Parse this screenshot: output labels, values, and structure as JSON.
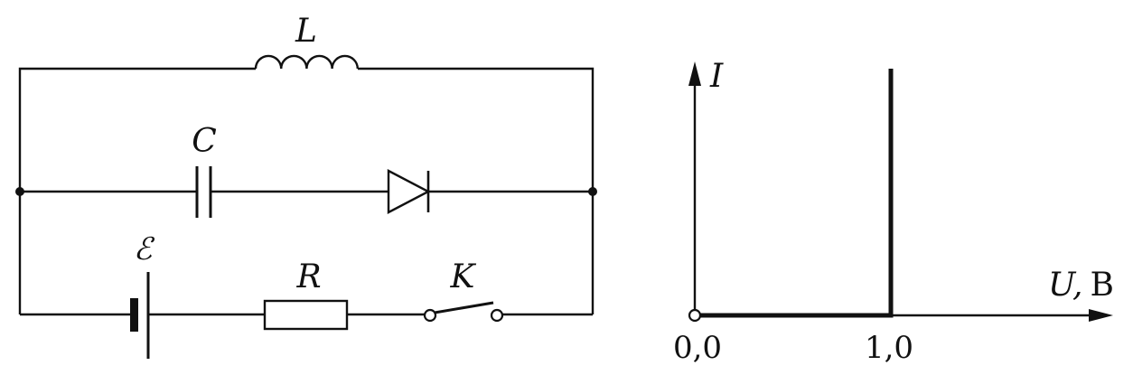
{
  "circuit": {
    "inductor_label": "L",
    "capacitor_label": "C",
    "emf_label": "ℰ",
    "resistor_label": "R",
    "switch_label": "K"
  },
  "graph": {
    "y_axis_label": "I",
    "x_axis_label_var": "U,",
    "x_axis_label_unit": "В",
    "tick_origin": "0,0",
    "tick_threshold": "1,0"
  },
  "chart_data": {
    "type": "line",
    "xlabel": "U, В",
    "ylabel": "I",
    "series": [
      {
        "x": [
          0.0,
          1.0,
          1.0
        ],
        "y": [
          0,
          0,
          1
        ]
      }
    ]
  }
}
